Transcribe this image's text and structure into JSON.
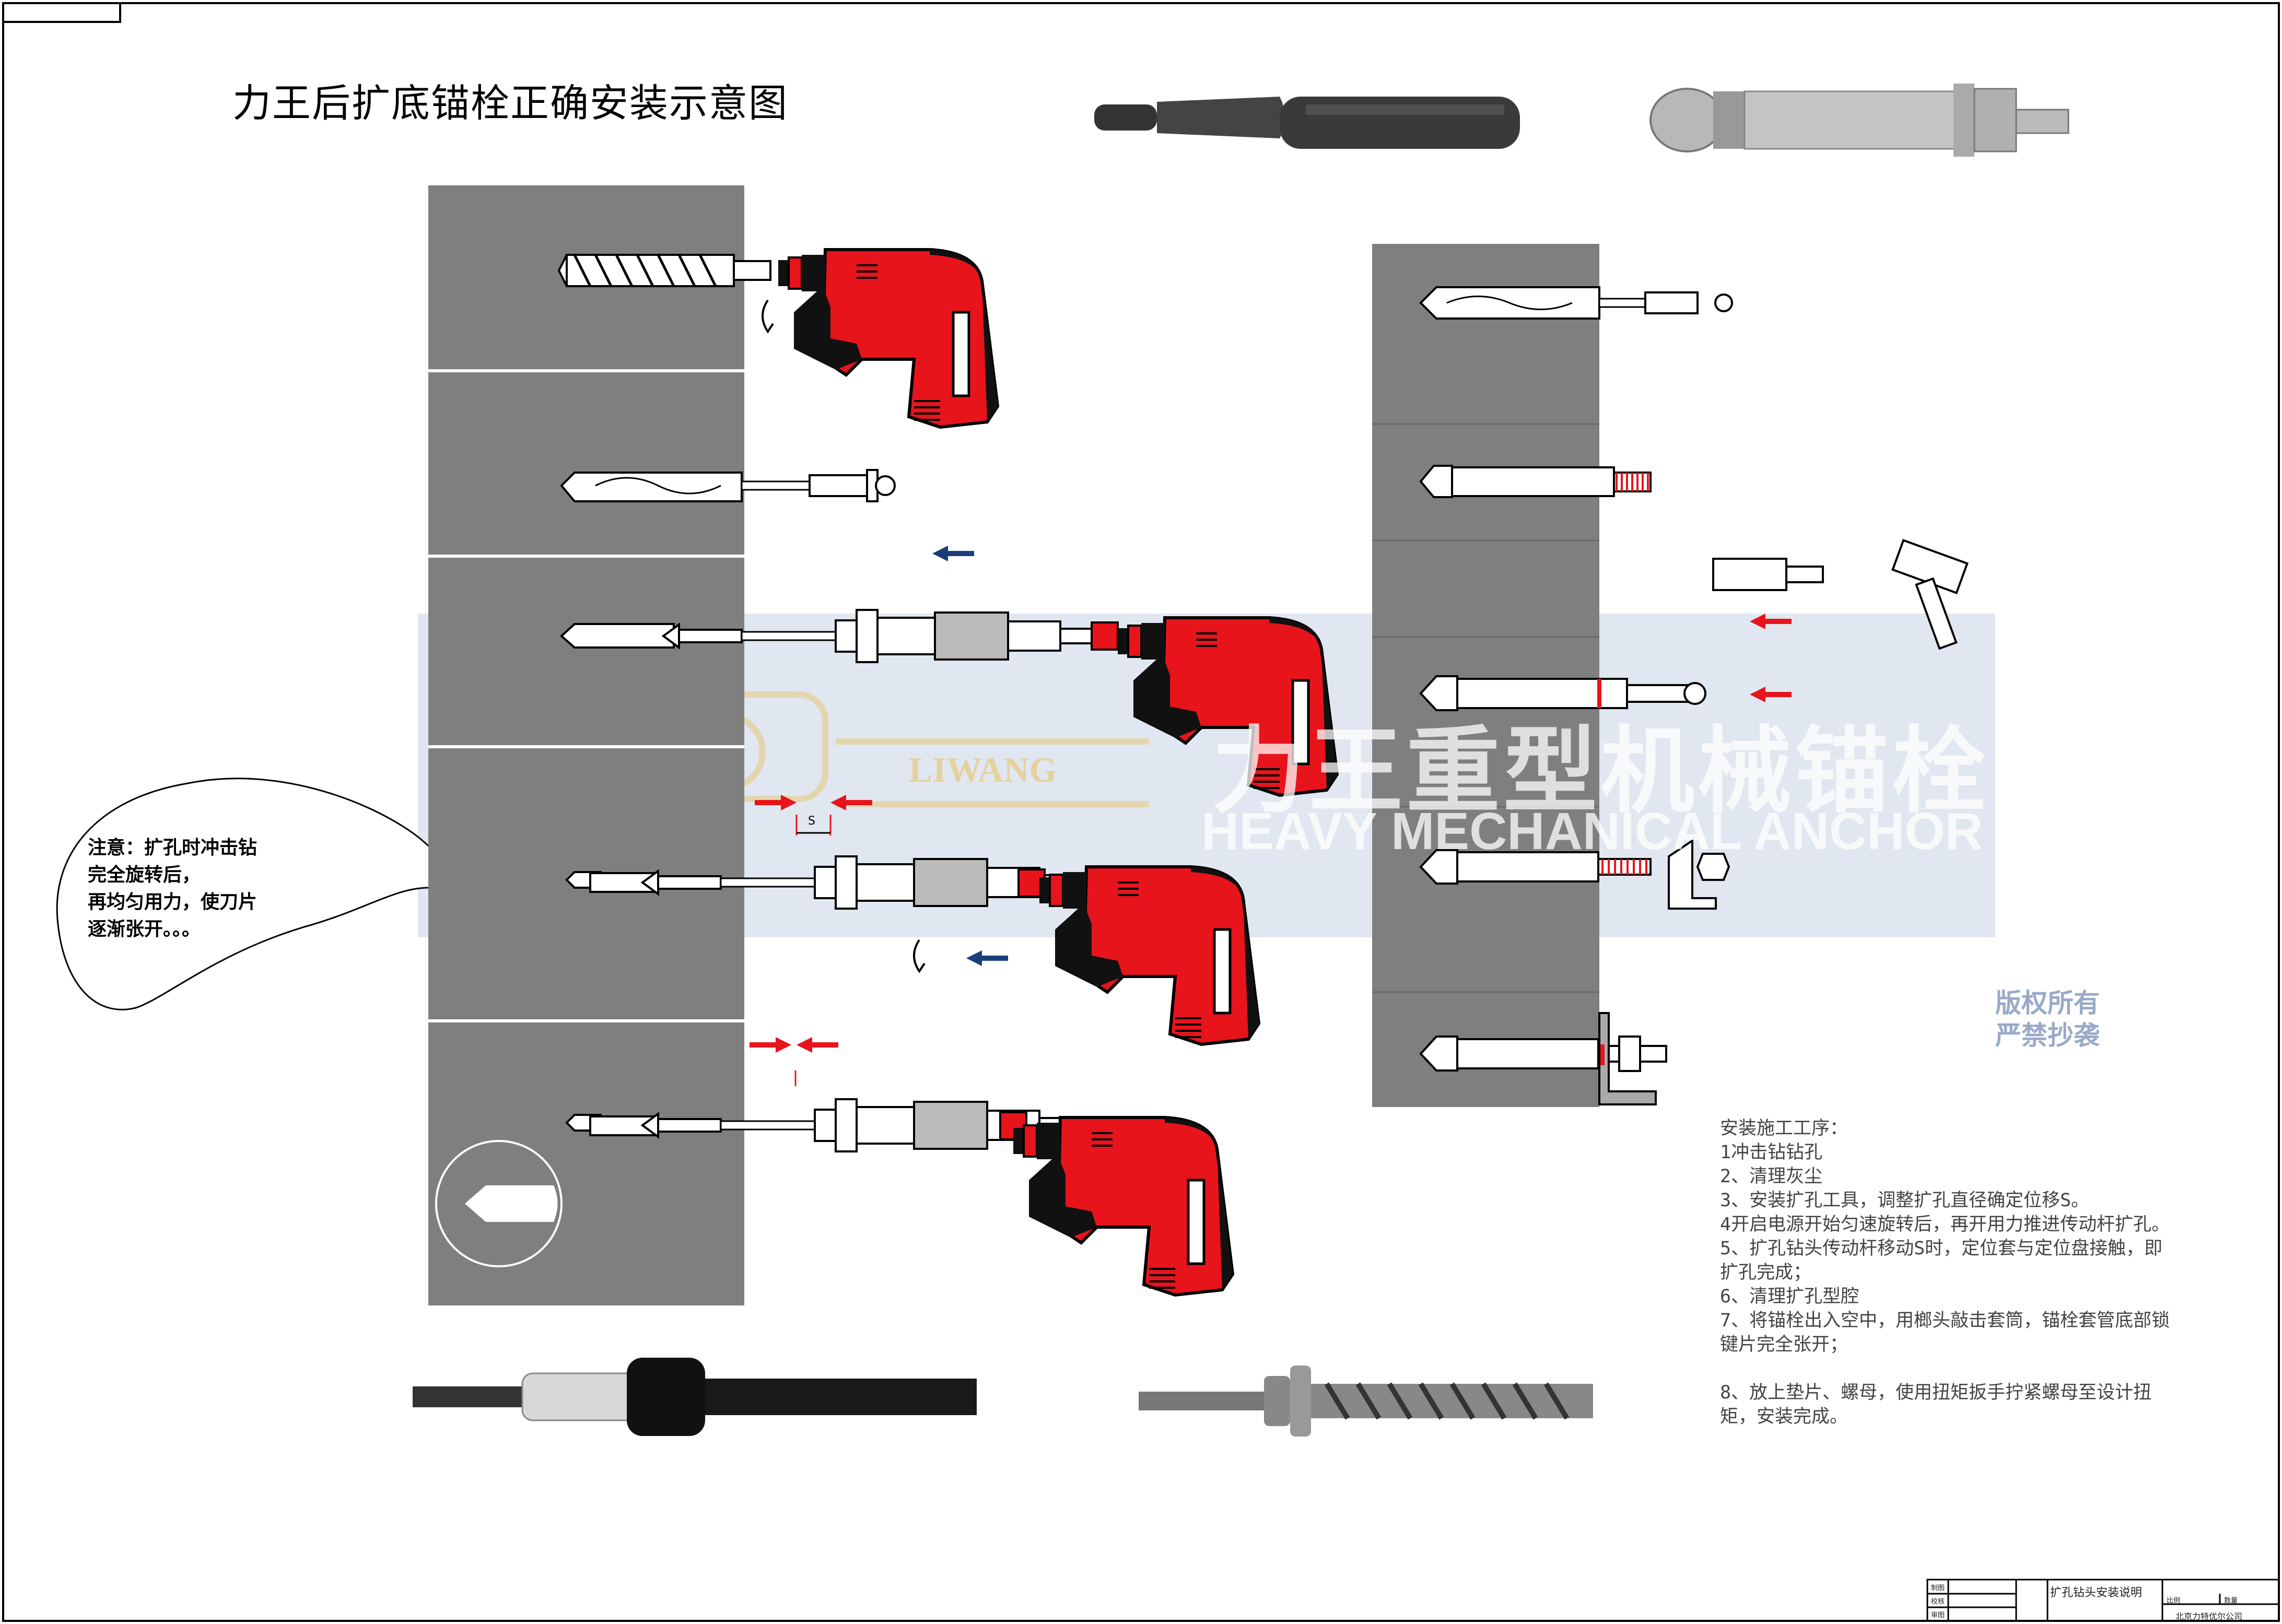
{
  "title": "力王后扩底锚栓正确安装示意图",
  "note": {
    "lines": [
      "注意：扩孔时冲击钻",
      "完全旋转后，",
      "再均匀用力，使刀片",
      "逐渐张开。。。"
    ]
  },
  "dimension_label": "S",
  "watermark": {
    "brand": "LIWANG",
    "cn": "力王重型机械锚栓",
    "en": "HEAVY MECHANICAL ANCHOR BOLT"
  },
  "copyright": {
    "line1": "版权所有",
    "line2": "严禁抄袭"
  },
  "steps": {
    "heading": "安装施工工序：",
    "items": [
      "1冲击钻钻孔",
      "2、清理灰尘",
      "3、安装扩孔工具，调整扩孔直径确定位移S。",
      "4开启电源开始匀速旋转后，再开用力推进传动杆扩孔。",
      "5、扩孔钻头传动杆移动S时，定位套与定位盘接触，即扩孔完成；",
      "6、清理扩孔型腔",
      "7、将锚栓出入空中，用榔头敲击套筒，锚栓套管底部锁键片完全张开；",
      "",
      "8、放上垫片、螺母，使用扭矩扳手拧紧螺母至设计扭矩，安装完成。"
    ]
  },
  "title_block": {
    "rows": [
      "制图",
      "校核",
      "审图"
    ],
    "drawing_name": "扩孔钻头安装说明",
    "scale_label": "比例",
    "qty_label": "数量",
    "company": "北京力特优尔公司"
  },
  "colors": {
    "concrete": "#7f7f7f",
    "drill_red": "#e8141c",
    "arrow_blue": "#1a3e7a",
    "arrow_red": "#e8141c",
    "watermark_bg": "#c8d4e4"
  }
}
